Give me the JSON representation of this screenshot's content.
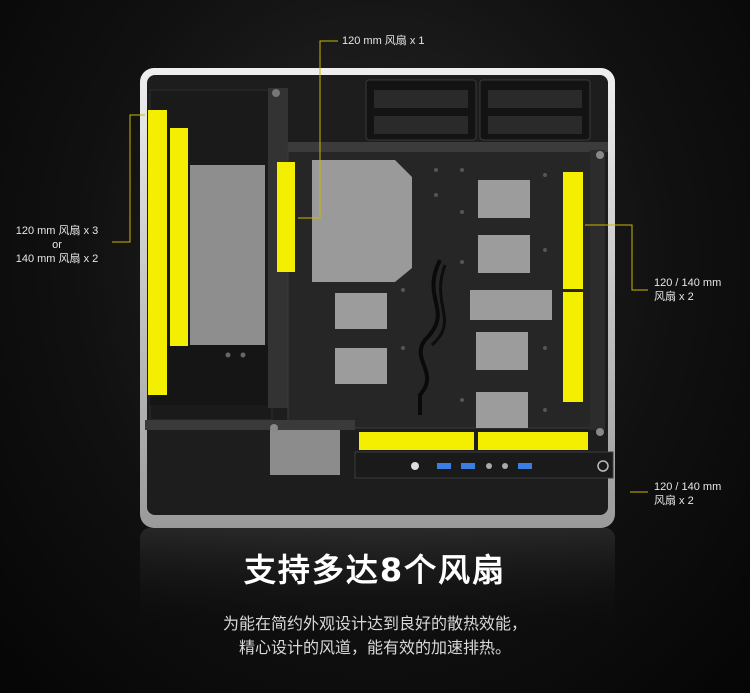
{
  "callouts": {
    "top": "120 mm 风扇 x 1",
    "left_line1": "120 mm 风扇 x 3",
    "left_line2": "or",
    "left_line3": "140 mm 风扇 x 2",
    "right_upper_line1": "120 / 140 mm",
    "right_upper_line2": "风扇 x 2",
    "right_lower_line1": "120 / 140 mm",
    "right_lower_line2": "风扇 x 2"
  },
  "headline": "支持多达8个风扇",
  "subtitle_line1": "为能在简约外观设计达到良好的散热效能，",
  "subtitle_line2": "精心设计的风道，能有效的加速排热。",
  "colors": {
    "fan_highlight": "#f4ee00",
    "callout_line": "#c9b600",
    "case_frame": "#d9d9d9",
    "case_interior": "#1c1c1c"
  }
}
